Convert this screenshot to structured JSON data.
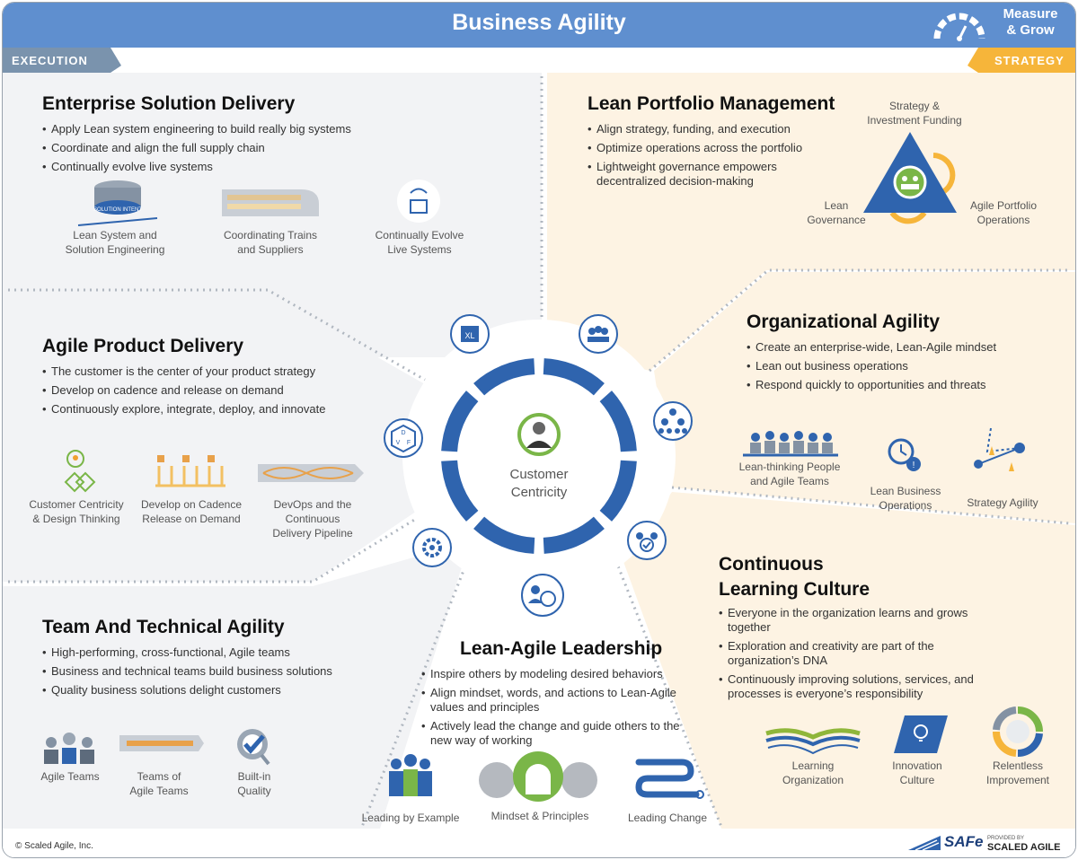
{
  "header": {
    "title": "Business Agility",
    "measure_line1": "Measure",
    "measure_line2": "& Grow"
  },
  "tabs": {
    "execution": "EXECUTION",
    "strategy": "STRATEGY"
  },
  "center": {
    "line1": "Customer",
    "line2": "Centricity"
  },
  "esd": {
    "title": "Enterprise Solution Delivery",
    "bullets": [
      "Apply Lean system engineering to build really big systems",
      "Coordinate and align the full supply chain",
      "Continually evolve live systems"
    ],
    "icon_label": "SOLUTION INTENT",
    "caps": [
      [
        "Lean System and",
        "Solution Engineering"
      ],
      [
        "Coordinating Trains",
        "and Suppliers"
      ],
      [
        "Continually Evolve",
        "Live Systems"
      ]
    ]
  },
  "apd": {
    "title": "Agile Product Delivery",
    "bullets": [
      "The customer is the center of your product strategy",
      "Develop on cadence and release on demand",
      "Continuously explore, integrate, deploy, and innovate"
    ],
    "caps": [
      [
        "Customer Centricity",
        "& Design Thinking"
      ],
      [
        "Develop on Cadence",
        "Release on Demand"
      ],
      [
        "DevOps and the Continuous",
        "Delivery Pipeline"
      ]
    ]
  },
  "tta": {
    "title": "Team And Technical Agility",
    "bullets": [
      "High-performing, cross-functional, Agile teams",
      "Business and technical teams build business solutions",
      "Quality business solutions delight customers"
    ],
    "caps": [
      [
        "Agile Teams"
      ],
      [
        "Teams of",
        "Agile Teams"
      ],
      [
        "Built-in",
        "Quality"
      ]
    ]
  },
  "lal": {
    "title": "Lean-Agile Leadership",
    "bullets": [
      "Inspire others by modeling desired behaviors",
      "Align mindset, words, and actions to Lean-Agile values and principles",
      "Actively lead the change and guide others to the new way of working"
    ],
    "caps": [
      "Leading by Example",
      "Mindset & Principles",
      "Leading Change"
    ]
  },
  "lpm": {
    "title": "Lean Portfolio Management",
    "bullets": [
      "Align strategy, funding, and execution",
      "Optimize operations across the portfolio",
      "Lightweight governance empowers decentralized decision-making"
    ],
    "tri_top": [
      "Strategy &",
      "Investment Funding"
    ],
    "tri_left": [
      "Lean",
      "Governance"
    ],
    "tri_right": [
      "Agile Portfolio",
      "Operations"
    ]
  },
  "oa": {
    "title": "Organizational Agility",
    "bullets": [
      "Create an enterprise-wide, Lean-Agile mindset",
      "Lean out business operations",
      "Respond quickly to opportunities and threats"
    ],
    "caps": [
      [
        "Lean-thinking People",
        "and Agile Teams"
      ],
      [
        "Lean Business",
        "Operations"
      ],
      [
        "Strategy Agility"
      ]
    ]
  },
  "clc": {
    "title_line1": "Continuous",
    "title_line2": "Learning Culture",
    "bullets": [
      "Everyone in the organization learns and grows together",
      "Exploration and creativity are part of the organization’s DNA",
      "Continuously improving solutions, services, and processes is everyone’s responsibility"
    ],
    "caps": [
      [
        "Learning",
        "Organization"
      ],
      [
        "Innovation",
        "Culture"
      ],
      [
        "Relentless",
        "Improvement"
      ]
    ]
  },
  "ring_icons": [
    "XL",
    "D",
    "V",
    "F"
  ],
  "footer": {
    "copyright": "© Scaled Agile, Inc.",
    "brand": "SAFe",
    "provided": "PROVIDED BY",
    "company": "SCALED AGILE"
  },
  "colors": {
    "blue": "#2f64ae",
    "header": "#5f8fcf",
    "gray_bg": "#f2f3f5",
    "cream_bg": "#fdf3e3",
    "strategy": "#f6b53a",
    "green": "#7ab648"
  }
}
